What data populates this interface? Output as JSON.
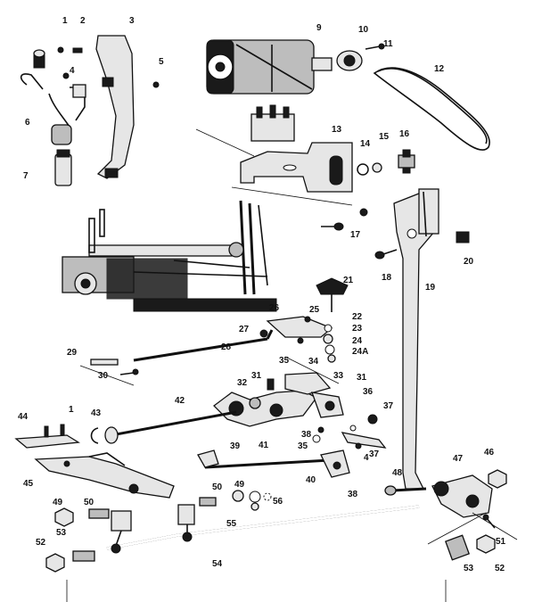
{
  "diagram": {
    "labels": [
      "1",
      "2",
      "3",
      "4",
      "5",
      "6",
      "7",
      "9",
      "10",
      "11",
      "12",
      "13",
      "14",
      "15",
      "16",
      "17",
      "18",
      "19",
      "20",
      "21",
      "22",
      "23",
      "24",
      "24A",
      "25",
      "26",
      "27",
      "28",
      "29",
      "30",
      "31",
      "32",
      "33",
      "34",
      "35",
      "36",
      "37",
      "38",
      "39",
      "40",
      "41",
      "42",
      "43",
      "44",
      "45",
      "46",
      "47",
      "48",
      "49",
      "50",
      "51",
      "52",
      "53",
      "54",
      "55",
      "56"
    ]
  }
}
